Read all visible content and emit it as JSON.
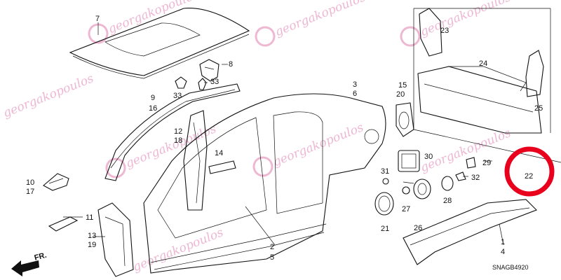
{
  "diagram": {
    "callouts": [
      {
        "id": "p7",
        "text": "7"
      },
      {
        "id": "p8",
        "text": "8"
      },
      {
        "id": "p33a",
        "text": "33"
      },
      {
        "id": "p33b",
        "text": "33"
      },
      {
        "id": "p9",
        "text": "9"
      },
      {
        "id": "p16",
        "text": "16"
      },
      {
        "id": "p12",
        "text": "12"
      },
      {
        "id": "p18",
        "text": "18"
      },
      {
        "id": "p14",
        "text": "14"
      },
      {
        "id": "p3",
        "text": "3"
      },
      {
        "id": "p6",
        "text": "6"
      },
      {
        "id": "p15",
        "text": "15"
      },
      {
        "id": "p20",
        "text": "20"
      },
      {
        "id": "p10",
        "text": "10"
      },
      {
        "id": "p17",
        "text": "17"
      },
      {
        "id": "p11",
        "text": "11"
      },
      {
        "id": "p13",
        "text": "13"
      },
      {
        "id": "p19",
        "text": "19"
      },
      {
        "id": "p2",
        "text": "2"
      },
      {
        "id": "p5",
        "text": "5"
      },
      {
        "id": "p30",
        "text": "30"
      },
      {
        "id": "p31",
        "text": "31"
      },
      {
        "id": "p27",
        "text": "27"
      },
      {
        "id": "p21",
        "text": "21"
      },
      {
        "id": "p26",
        "text": "26"
      },
      {
        "id": "p28",
        "text": "28"
      },
      {
        "id": "p29",
        "text": "29"
      },
      {
        "id": "p32",
        "text": "32"
      },
      {
        "id": "p23",
        "text": "23"
      },
      {
        "id": "p24",
        "text": "24"
      },
      {
        "id": "p25",
        "text": "25"
      },
      {
        "id": "p22",
        "text": "22"
      },
      {
        "id": "p1",
        "text": "1"
      },
      {
        "id": "p4",
        "text": "4"
      }
    ],
    "diagram_code": "SNAGB4920",
    "direction_label": "FR.",
    "watermark_text": "georgakopoulos",
    "highlight_color": "#e8001c",
    "watermark_color": "#e8a0c4"
  }
}
